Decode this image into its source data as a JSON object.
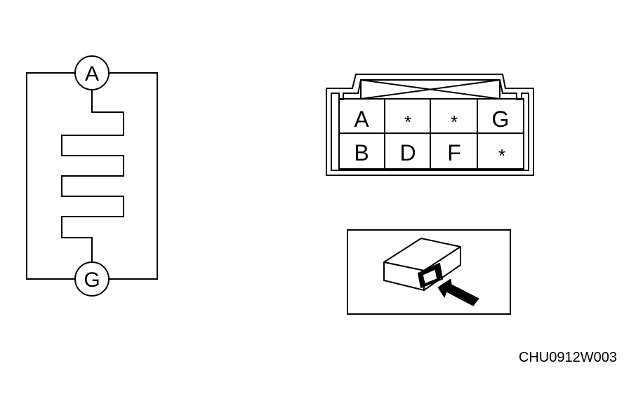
{
  "schematic": {
    "top_terminal": "A",
    "bottom_terminal": "G"
  },
  "connector": {
    "row1": [
      "A",
      "*",
      "*",
      "G"
    ],
    "row2": [
      "B",
      "D",
      "F",
      "*"
    ]
  },
  "figure_code": "CHU0912W003",
  "colors": {
    "line": "#000000",
    "background": "#ffffff"
  }
}
